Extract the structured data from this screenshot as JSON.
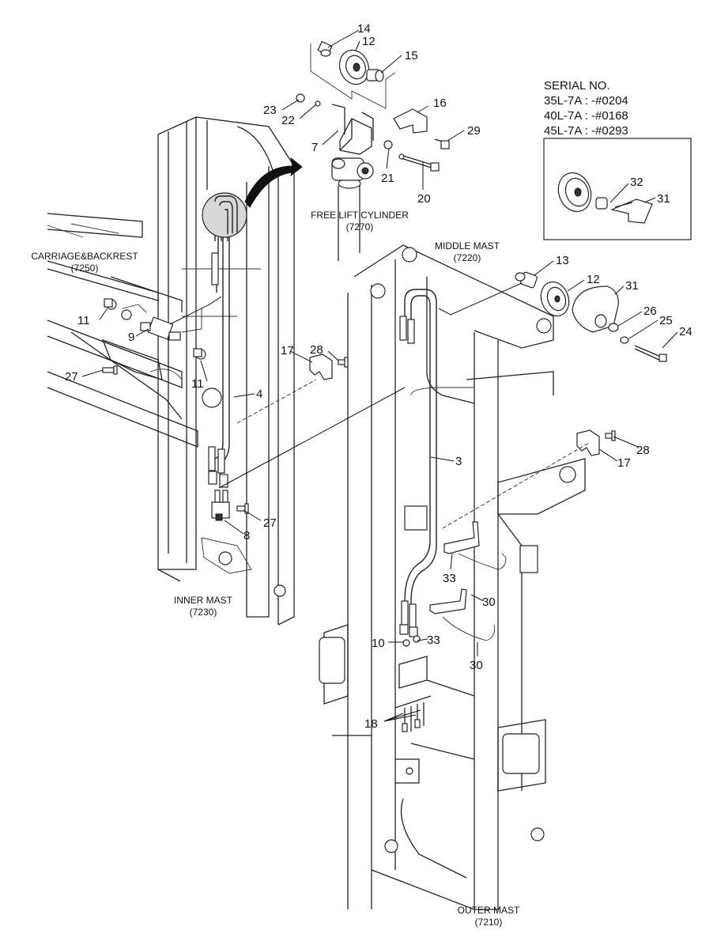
{
  "serial_box": {
    "title": "SERIAL NO.",
    "lines": [
      "35L-7A : -#0204",
      "40L-7A : -#0168",
      "45L-7A : -#0293"
    ]
  },
  "sections": {
    "free_lift_cylinder": {
      "name": "FREE LIFT CYLINDER",
      "code": "(7270)"
    },
    "carriage_backrest": {
      "name": "CARRIAGE&BACKREST",
      "code": "(7250)"
    },
    "middle_mast": {
      "name": "MIDDLE MAST",
      "code": "(7220)"
    },
    "inner_mast": {
      "name": "INNER MAST",
      "code": "(7230)"
    },
    "outer_mast": {
      "name": "OUTER MAST",
      "code": "(7210)"
    }
  },
  "callouts": {
    "c14": "14",
    "c12a": "12",
    "c15": "15",
    "c16": "16",
    "c23": "23",
    "c22": "22",
    "c7": "7",
    "c29": "29",
    "c21": "21",
    "c20": "20",
    "c32": "32",
    "c31a": "31",
    "c13": "13",
    "c12b": "12",
    "c31b": "31",
    "c26": "26",
    "c25": "25",
    "c24": "24",
    "c11a": "11",
    "c9": "9",
    "c27a": "27",
    "c11b": "11",
    "c17a": "17",
    "c28a": "28",
    "c4": "4",
    "c27b": "27",
    "c8": "8",
    "c3": "3",
    "c17b": "17",
    "c28b": "28",
    "c33a": "33",
    "c30a": "30",
    "c10": "10",
    "c33b": "33",
    "c30b": "30",
    "c18": "18"
  }
}
